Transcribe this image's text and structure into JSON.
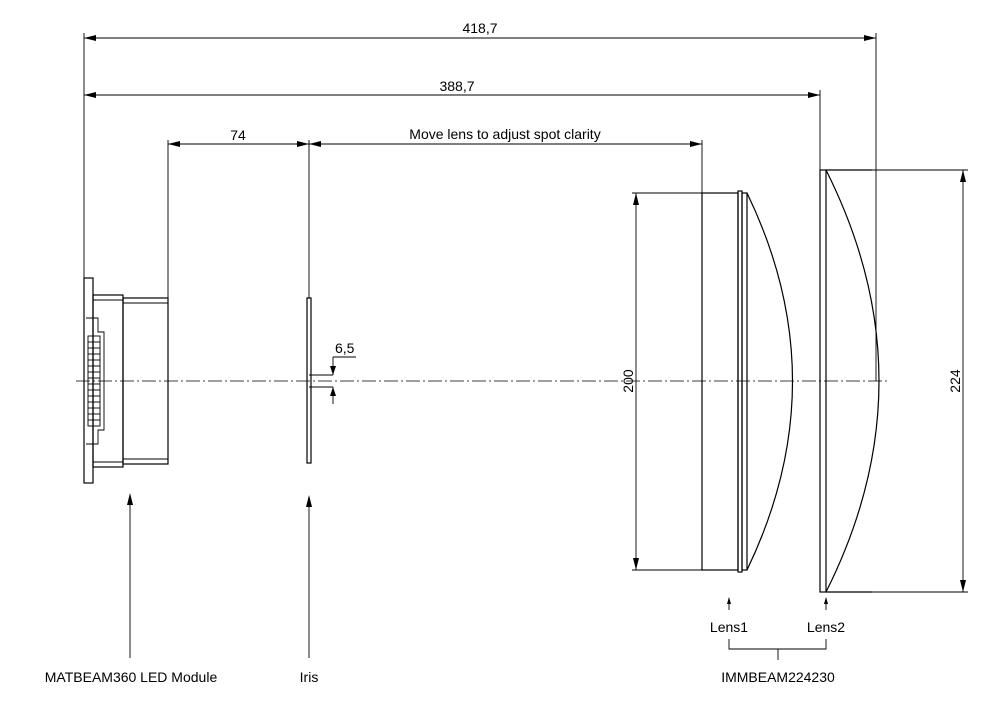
{
  "dimensions": {
    "overall": "418,7",
    "to_lens2": "388,7",
    "module_to_iris": "74",
    "lens_travel_note": "Move lens to adjust spot clarity",
    "iris_aperture": "6,5",
    "lens1_diameter": "200",
    "lens2_diameter": "224"
  },
  "labels": {
    "module": "MATBEAM360 LED Module",
    "iris": "Iris",
    "lens1": "Lens1",
    "lens2": "Lens2",
    "lens_assembly": "IMMBEAM224230"
  }
}
